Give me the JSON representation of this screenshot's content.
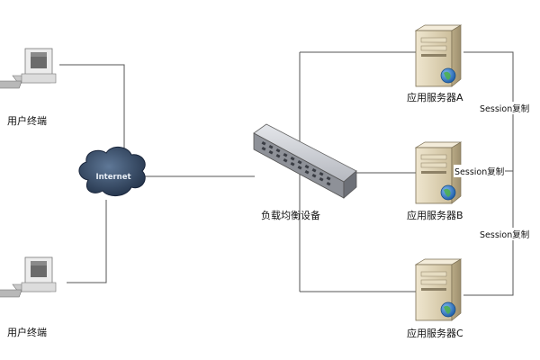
{
  "diagram": {
    "clients": [
      {
        "label": "用户终端"
      },
      {
        "label": "用户终端"
      }
    ],
    "internet": {
      "label": "Internet"
    },
    "load_balancer": {
      "label": "负载均衡设备"
    },
    "servers": [
      {
        "label": "应用服务器A"
      },
      {
        "label": "应用服务器B"
      },
      {
        "label": "应用服务器C"
      }
    ],
    "session_links": [
      {
        "label": "Session复制"
      },
      {
        "label": "Session复制"
      },
      {
        "label": "Session复制"
      }
    ],
    "colors": {
      "line": "#555555",
      "cloud": "#2c3e55",
      "server": "#d9ccab",
      "switch": "#b9bcc2",
      "globe": "#2a6fb8"
    }
  }
}
